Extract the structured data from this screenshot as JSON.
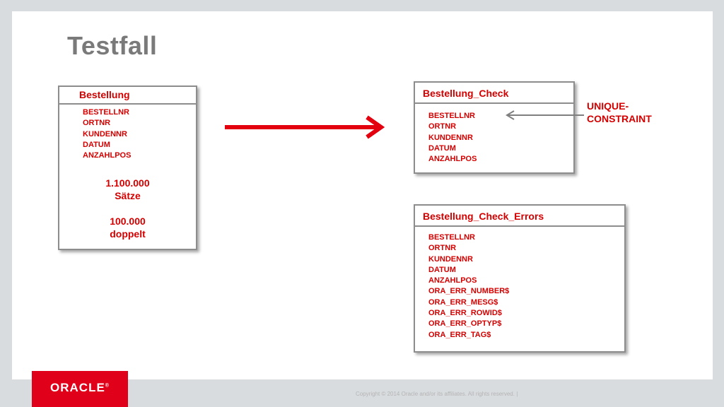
{
  "slide": {
    "title": "Testfall"
  },
  "tables": {
    "bestellung": {
      "name": "Bestellung",
      "fields": [
        "BESTELLNR",
        "ORTNR",
        "KUNDENNR",
        "DATUM",
        "ANZAHLPOS"
      ],
      "count_value": "1.100.000",
      "count_label": "Sätze",
      "dup_value": "100.000",
      "dup_label": "doppelt"
    },
    "check": {
      "name": "Bestellung_Check",
      "fields": [
        "BESTELLNR",
        "ORTNR",
        "KUNDENNR",
        "DATUM",
        "ANZAHLPOS"
      ]
    },
    "errors": {
      "name": "Bestellung_Check_Errors",
      "fields": [
        "BESTELLNR",
        "ORTNR",
        "KUNDENNR",
        "DATUM",
        "ANZAHLPOS",
        "ORA_ERR_NUMBER$",
        "ORA_ERR_MESG$",
        "ORA_ERR_ROWID$",
        "ORA_ERR_OPTYP$",
        "ORA_ERR_TAG$"
      ]
    }
  },
  "annotation": {
    "line1": "UNIQUE-",
    "line2": "CONSTRAINT"
  },
  "footer": {
    "logo": "ORACLE",
    "logo_mark": "®",
    "copyright": "Copyright © 2014 Oracle and/or its affiliates. All rights reserved.  |"
  },
  "colors": {
    "accent": "#d40000",
    "brand": "#e0001a",
    "title": "#7a7a7a"
  }
}
